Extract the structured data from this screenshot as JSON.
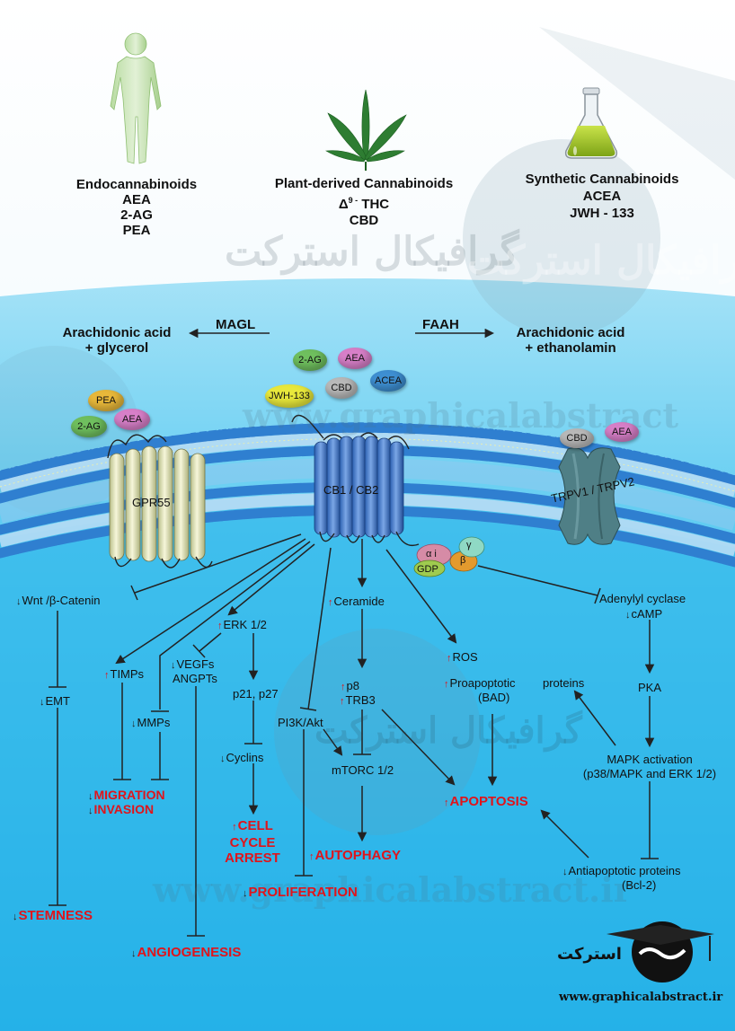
{
  "sources": {
    "endo": {
      "title": "Endocannabinoids",
      "items": [
        "AEA",
        "2-AG",
        "PEA"
      ]
    },
    "plant": {
      "title": "Plant-derived Cannabinoids",
      "thc_delta": "Δ",
      "thc_sup": "9 -",
      "thc_name": "THC",
      "cbd": "CBD"
    },
    "synthetic": {
      "title": "Synthetic Cannabinoids",
      "items": [
        "ACEA",
        "JWH - 133"
      ]
    }
  },
  "enzymes": {
    "magl": "MAGL",
    "faah": "FAAH",
    "left_product_1": "Arachidonic acid",
    "left_product_2": "+ glycerol",
    "right_product_1": "Arachidonic acid",
    "right_product_2": "+ ethanolamin"
  },
  "ligands": {
    "two_ag": "2-AG",
    "aea": "AEA",
    "cbd": "CBD",
    "acea": "ACEA",
    "jwh": "JWH-133",
    "pea": "PEA",
    "gpr_2ag": "2-AG",
    "gpr_aea": "AEA",
    "trpv_cbd": "CBD",
    "trpv_aea": "AEA"
  },
  "receptors": {
    "gpr55": "GPR55",
    "cb": "CB1 / CB2",
    "trpv": "TRPV1 / TRPV2"
  },
  "gprotein": {
    "alpha": "α i",
    "gamma": "γ",
    "beta": "β",
    "gdp": "GDP"
  },
  "pathway": {
    "wnt": "Wnt /β-Catenin",
    "emt": "EMT",
    "timps": "TIMPs",
    "mmps": "MMPs",
    "erk": "ERK 1/2",
    "vegfs": "VEGFs",
    "angpts": "ANGPTs",
    "p21": "p21, p27",
    "cyclins": "Cyclins",
    "pi3k": "PI3K/Akt",
    "ceramide": "Ceramide",
    "p8": "p8",
    "trb3": "TRB3",
    "mtorc": "mTORC  1/2",
    "ros": "ROS",
    "proapoptotic_1": "Proapoptotic",
    "proapoptotic_2": "(BAD)",
    "proteins": "proteins",
    "adenylyl": "Adenylyl cyclase",
    "camp": "cAMP",
    "pka": "PKA",
    "mapk_1": "MAPK activation",
    "mapk_2": "(p38/MAPK and ERK 1/2)",
    "antiapoptotic_1": "Antiapoptotic proteins",
    "antiapoptotic_2": "(Bcl-2)"
  },
  "outcomes": {
    "migration": "MIGRATION",
    "invasion": "INVASION",
    "cell_1": "CELL",
    "cell_2": "CYCLE",
    "cell_3": "ARREST",
    "autophagy": "AUTOPHAGY",
    "apoptosis": "APOPTOSIS",
    "proliferation": "PROLIFERATION",
    "stemness": "STEMNESS",
    "angiogenesis": "ANGIOGENESIS"
  },
  "watermark": {
    "url_1": "www.graphicalabstract",
    "url_2": "www.graphicalabstract.ir",
    "brand": "گرافیکال استرکت"
  },
  "footer": {
    "url": "www.graphicalabstract.ir",
    "brand": "استرکت"
  },
  "colors": {
    "accent_red": "#e0141b",
    "membrane_blue": "#2f7fd0",
    "receptor_blue": "#4a7fc8",
    "cell_bg": "#33b7e8"
  }
}
